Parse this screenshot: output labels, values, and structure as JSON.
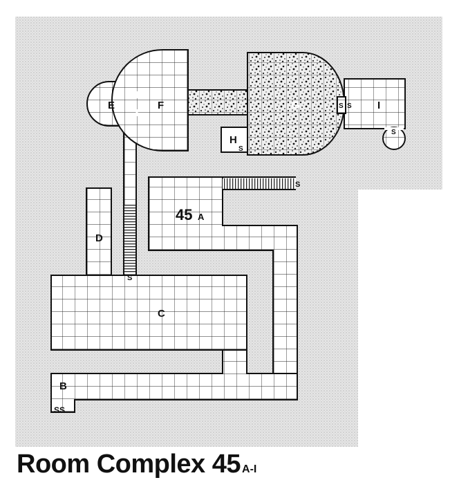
{
  "map": {
    "room_number": "45",
    "room_number_suffix": "A",
    "room_labels": [
      "B",
      "C",
      "D",
      "E",
      "F",
      "G",
      "H",
      "I"
    ],
    "secret_door_marks": [
      "S",
      "S",
      "S",
      "S",
      "S",
      "S",
      "SS"
    ],
    "colors": {
      "background_halftone": "#dcdcdc",
      "floor": "#ffffff",
      "walls": "#111111",
      "rubble": "#222222"
    }
  },
  "caption": {
    "title": "Room Complex 45",
    "suffix": "A-I"
  }
}
